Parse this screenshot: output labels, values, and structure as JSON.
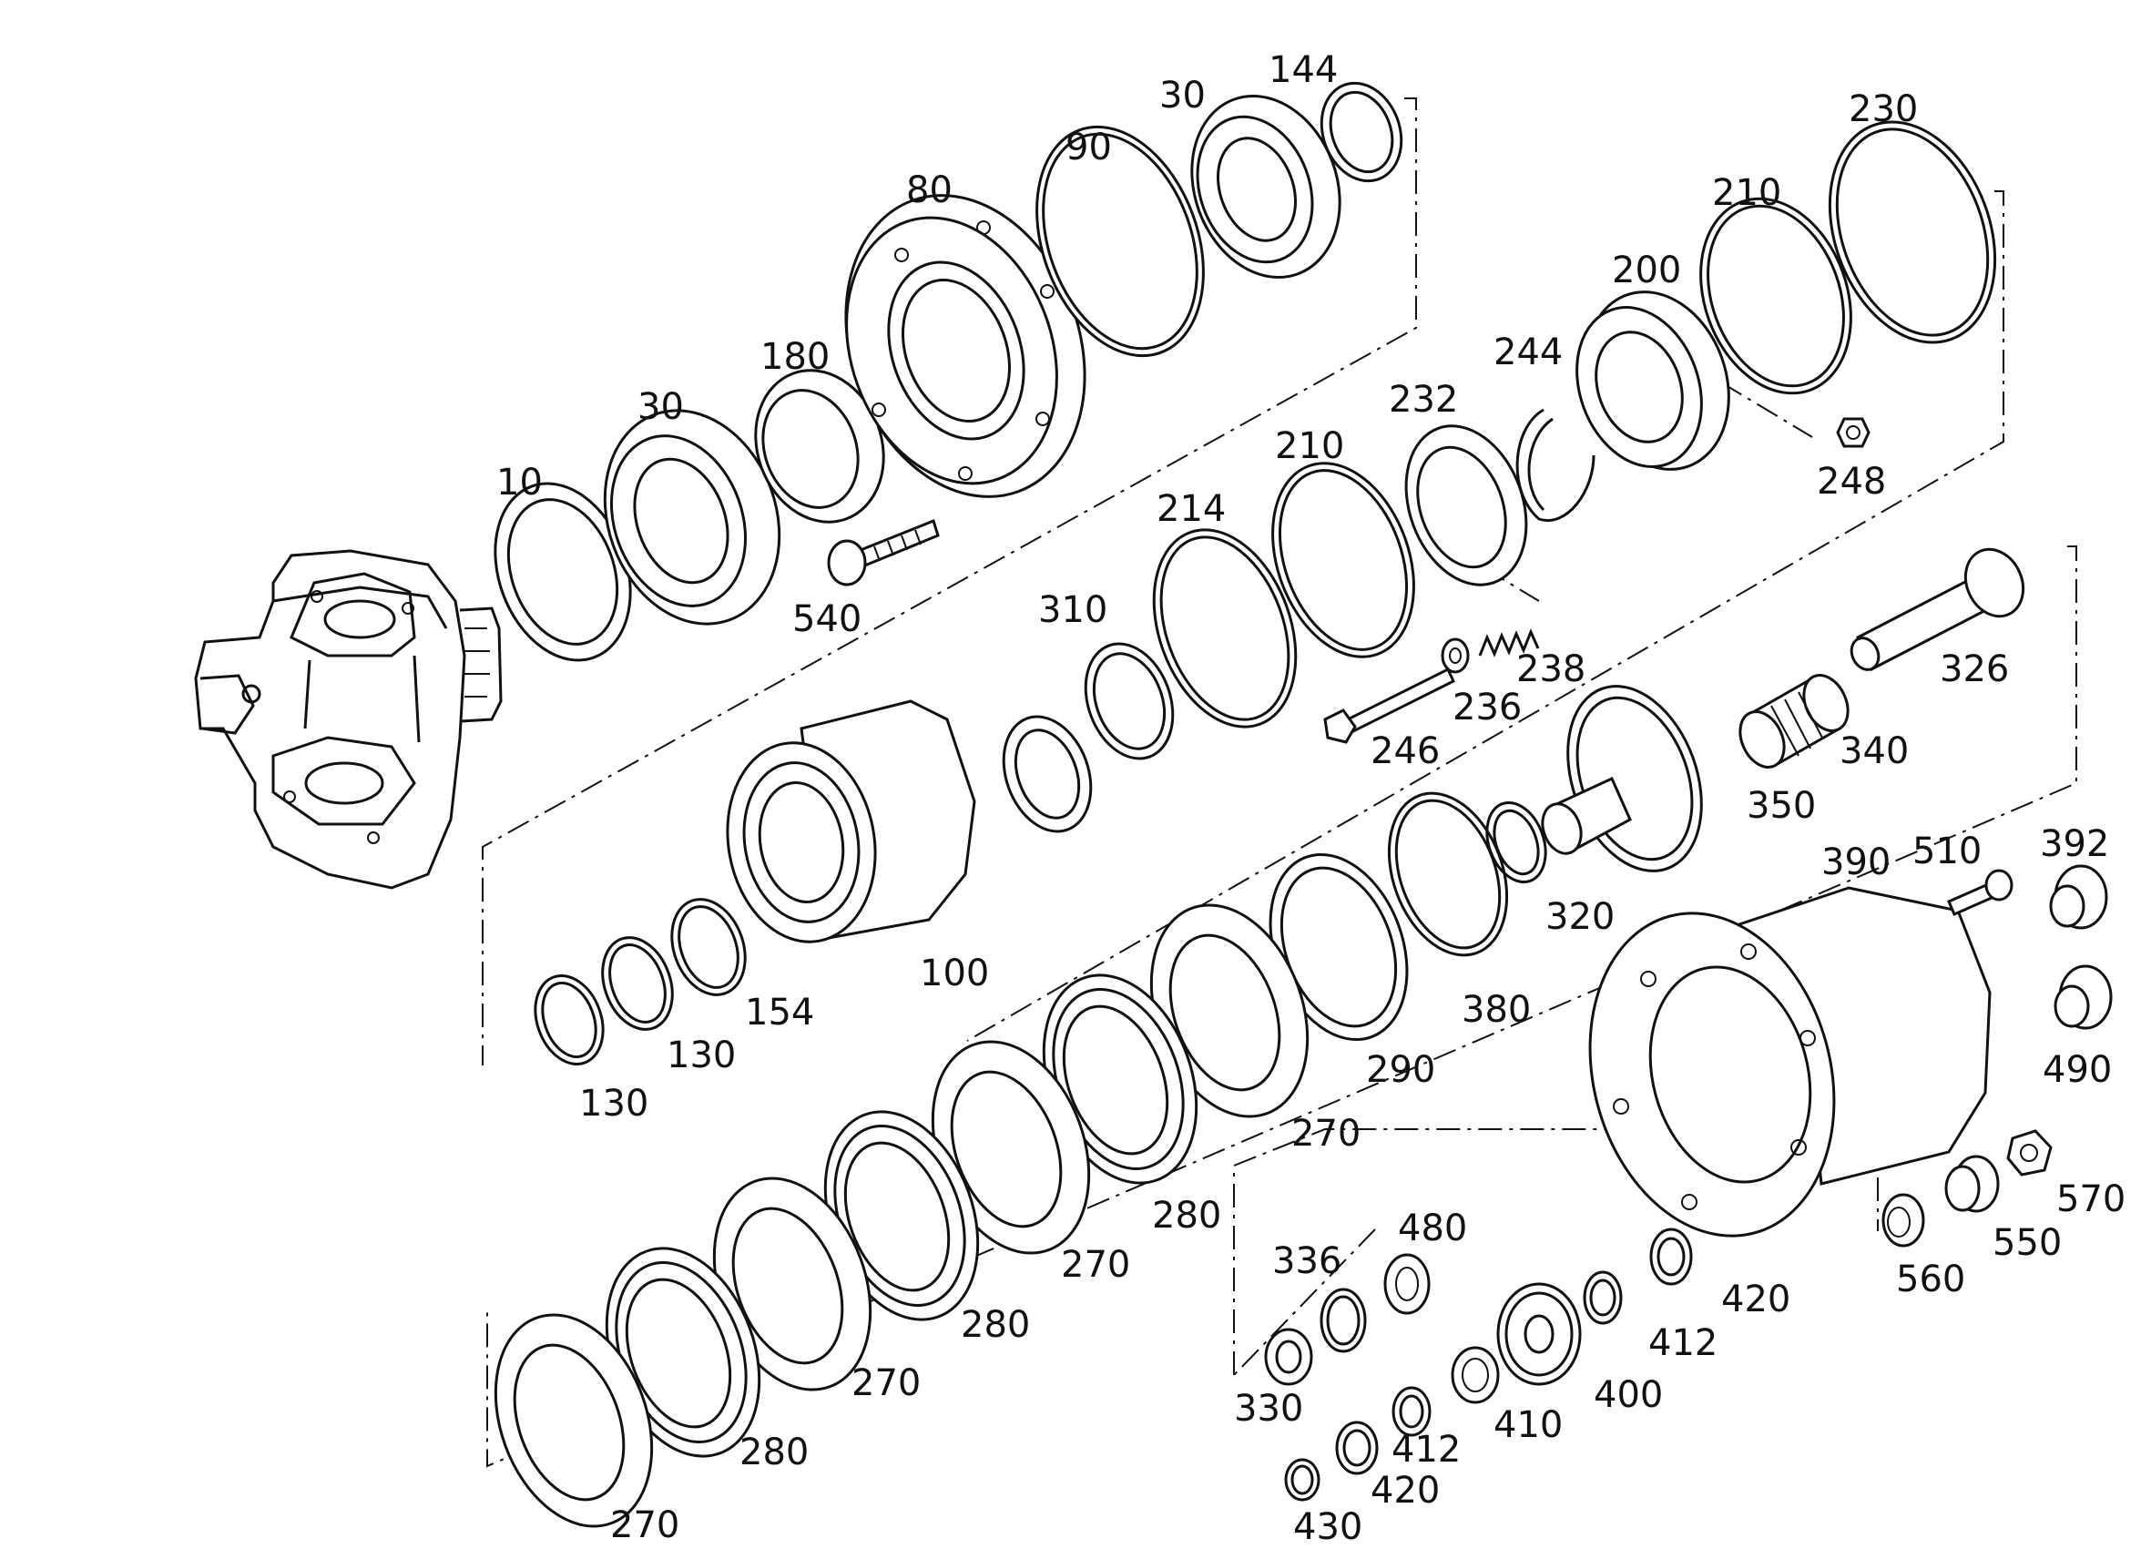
{
  "diagram": {
    "parts": [
      {
        "id": "knuckle",
        "label": ""
      },
      {
        "id": "p10",
        "label": "10"
      },
      {
        "id": "p30a",
        "label": "30"
      },
      {
        "id": "p180",
        "label": "180"
      },
      {
        "id": "p80",
        "label": "80"
      },
      {
        "id": "p90",
        "label": "90"
      },
      {
        "id": "p30b",
        "label": "30"
      },
      {
        "id": "p144",
        "label": "144"
      },
      {
        "id": "p540",
        "label": "540"
      },
      {
        "id": "p310",
        "label": "310"
      },
      {
        "id": "p214",
        "label": "214"
      },
      {
        "id": "p210a",
        "label": "210"
      },
      {
        "id": "p232",
        "label": "232"
      },
      {
        "id": "p244",
        "label": "244"
      },
      {
        "id": "p200",
        "label": "200"
      },
      {
        "id": "p210b",
        "label": "210"
      },
      {
        "id": "p230",
        "label": "230"
      },
      {
        "id": "p248",
        "label": "248"
      },
      {
        "id": "p238",
        "label": "238"
      },
      {
        "id": "p236",
        "label": "236"
      },
      {
        "id": "p246",
        "label": "246"
      },
      {
        "id": "p326",
        "label": "326"
      },
      {
        "id": "p340",
        "label": "340"
      },
      {
        "id": "p350",
        "label": "350"
      },
      {
        "id": "p100",
        "label": "100"
      },
      {
        "id": "p154",
        "label": "154"
      },
      {
        "id": "p130a",
        "label": "130"
      },
      {
        "id": "p130b",
        "label": "130"
      },
      {
        "id": "p320",
        "label": "320"
      },
      {
        "id": "p380",
        "label": "380"
      },
      {
        "id": "p290",
        "label": "290"
      },
      {
        "id": "p270a",
        "label": "270"
      },
      {
        "id": "p280a",
        "label": "280"
      },
      {
        "id": "p270b",
        "label": "270"
      },
      {
        "id": "p280b",
        "label": "280"
      },
      {
        "id": "p270c",
        "label": "270"
      },
      {
        "id": "p280c",
        "label": "280"
      },
      {
        "id": "p270d",
        "label": "270"
      },
      {
        "id": "p390",
        "label": "390"
      },
      {
        "id": "p510",
        "label": "510"
      },
      {
        "id": "p392",
        "label": "392"
      },
      {
        "id": "p490",
        "label": "490"
      },
      {
        "id": "p570",
        "label": "570"
      },
      {
        "id": "p550",
        "label": "550"
      },
      {
        "id": "p560",
        "label": "560"
      },
      {
        "id": "p480",
        "label": "480"
      },
      {
        "id": "p336",
        "label": "336"
      },
      {
        "id": "p330",
        "label": "330"
      },
      {
        "id": "p420a",
        "label": "420"
      },
      {
        "id": "p412a",
        "label": "412"
      },
      {
        "id": "p400",
        "label": "400"
      },
      {
        "id": "p410",
        "label": "410"
      },
      {
        "id": "p412b",
        "label": "412"
      },
      {
        "id": "p420b",
        "label": "420"
      },
      {
        "id": "p430",
        "label": "430"
      }
    ]
  }
}
